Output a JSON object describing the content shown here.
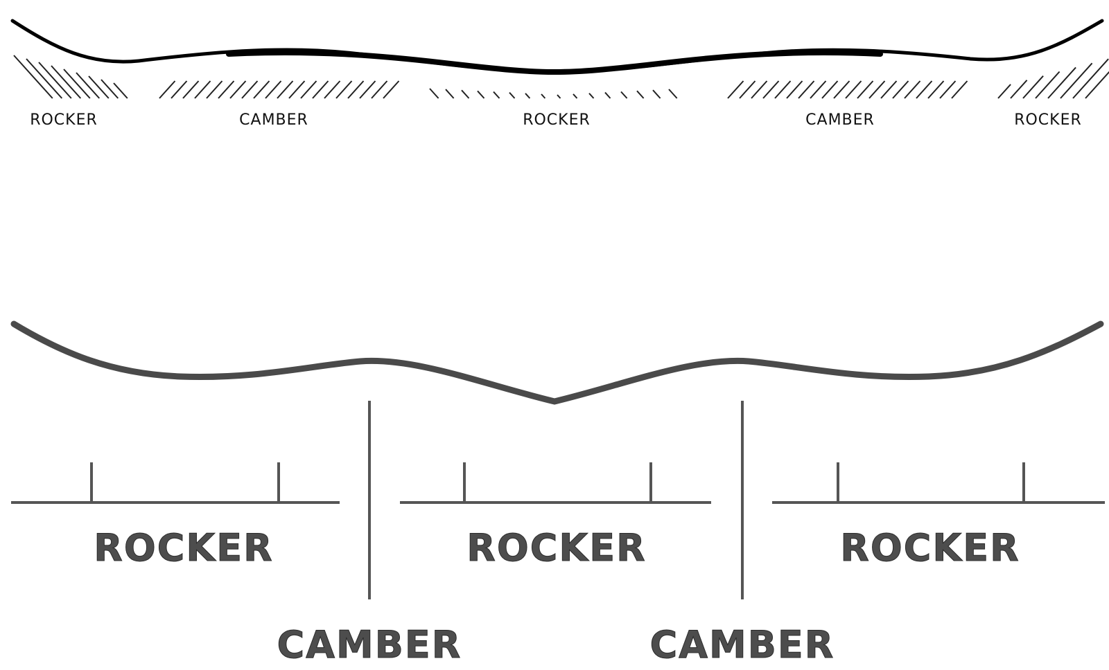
{
  "colors": {
    "top_profile": "#000000",
    "top_hatch": "#222222",
    "top_label": "#111111",
    "bottom_profile": "#4a4a4a",
    "bottom_lines": "#555555",
    "bottom_label": "#4d4d4d"
  },
  "top_diagram": {
    "zones": [
      {
        "label": "ROCKER"
      },
      {
        "label": "CAMBER"
      },
      {
        "label": "ROCKER"
      },
      {
        "label": "CAMBER"
      },
      {
        "label": "ROCKER"
      }
    ]
  },
  "bottom_diagram": {
    "rocker_labels": [
      "ROCKER",
      "ROCKER",
      "ROCKER"
    ],
    "camber_labels": [
      "CAMBER",
      "CAMBER"
    ]
  }
}
